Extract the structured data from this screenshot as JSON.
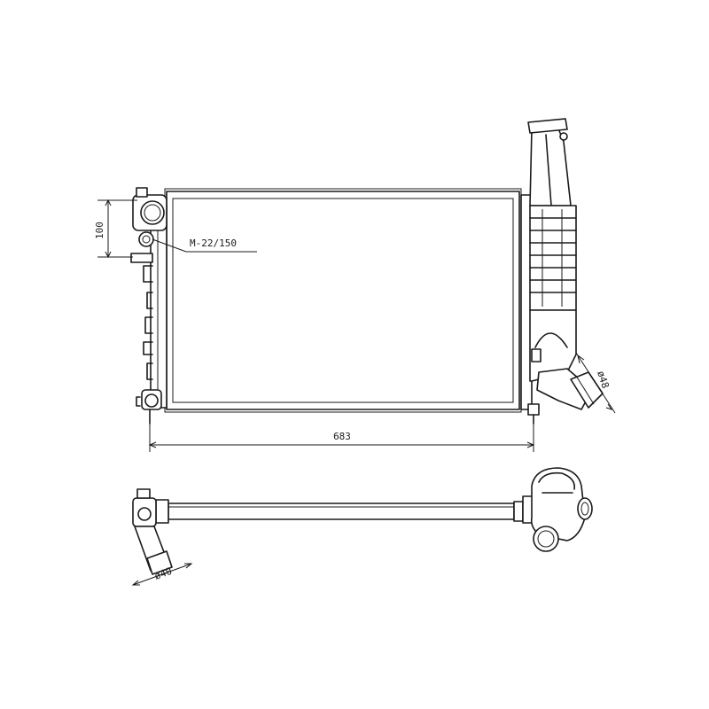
{
  "labels": {
    "thread_spec": "M-22/150",
    "dim_height": "100",
    "dim_width": "683",
    "dim_inlet_diameter": "ø48",
    "dim_outlet_diameter": "ø40"
  },
  "colors": {
    "line": "#1a1a1a",
    "background": "#ffffff",
    "shade": "#d9d9d9"
  }
}
